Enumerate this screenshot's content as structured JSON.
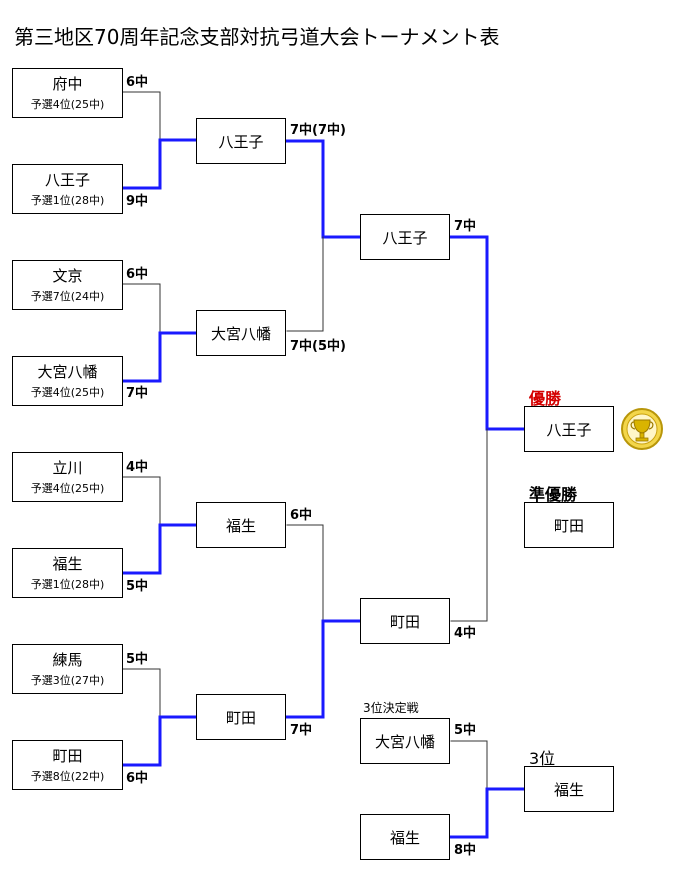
{
  "title": "第三地区70周年記念支部対抗弓道大会トーナメント表",
  "colors": {
    "winner_line": "#1a1aff",
    "line": "#333333",
    "champion_label": "#d40000",
    "trophy": "#d9b400"
  },
  "icons": {
    "trophy": "trophy-icon"
  },
  "round1": [
    {
      "name": "府中",
      "seed": "予選4位(25中)",
      "score": "6中",
      "winner": false
    },
    {
      "name": "八王子",
      "seed": "予選1位(28中)",
      "score": "9中",
      "winner": true
    },
    {
      "name": "文京",
      "seed": "予選7位(24中)",
      "score": "6中",
      "winner": false
    },
    {
      "name": "大宮八幡",
      "seed": "予選4位(25中)",
      "score": "7中",
      "winner": true
    },
    {
      "name": "立川",
      "seed": "予選4位(25中)",
      "score": "4中",
      "winner": false
    },
    {
      "name": "福生",
      "seed": "予選1位(28中)",
      "score": "5中",
      "winner": true
    },
    {
      "name": "練馬",
      "seed": "予選3位(27中)",
      "score": "5中",
      "winner": false
    },
    {
      "name": "町田",
      "seed": "予選8位(22中)",
      "score": "6中",
      "winner": true
    }
  ],
  "round2": [
    {
      "name": "八王子",
      "score": "7中(7中)",
      "winner": true
    },
    {
      "name": "大宮八幡",
      "score": "7中(5中)",
      "winner": false
    },
    {
      "name": "福生",
      "score": "6中",
      "winner": false
    },
    {
      "name": "町田",
      "score": "7中",
      "winner": true
    }
  ],
  "semifinal": [
    {
      "name": "八王子",
      "score": "7中",
      "winner": true
    },
    {
      "name": "町田",
      "score": "4中",
      "winner": false
    }
  ],
  "champion": {
    "label": "優勝",
    "name": "八王子"
  },
  "runner_up": {
    "label": "準優勝",
    "name": "町田"
  },
  "third_place": {
    "match_label": "3位決定戦",
    "teams": [
      {
        "name": "大宮八幡",
        "score": "5中",
        "winner": false
      },
      {
        "name": "福生",
        "score": "8中",
        "winner": true
      }
    ],
    "label": "3位",
    "name": "福生"
  }
}
